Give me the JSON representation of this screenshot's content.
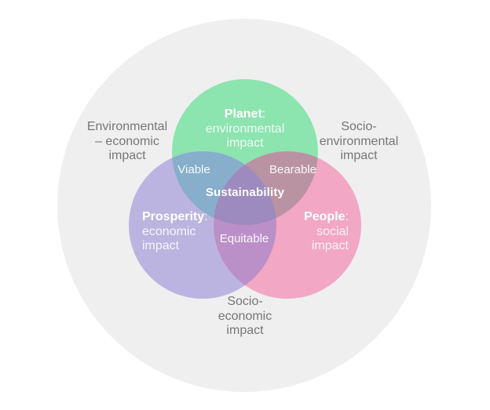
{
  "colors": {
    "page_background": "#FFFFFF",
    "outer_circle": "#EFEFEF",
    "planet_green": "#8CE4AF",
    "prosperity_purple": "#BCB4E0",
    "people_pink": "#F2A7C5",
    "planet_prosperity_overlap": "#87AECB",
    "planet_people_overlap": "#BA93A2",
    "prosperity_people_overlap": "#BB90C9",
    "center_overlap": "#9D8BBD",
    "circle_text": "#FFFFFF",
    "outer_label_text": "#767676"
  },
  "circles": {
    "planet": {
      "name": "Planet",
      "colon": ":",
      "line1": "environmental",
      "line2": "impact"
    },
    "prosperity": {
      "name": "Prosperity",
      "colon": ":",
      "line1": "economic",
      "line2": "impact"
    },
    "people": {
      "name": "People",
      "colon": ":",
      "line1": "social",
      "line2": "impact"
    }
  },
  "intersections": {
    "planet_prosperity": "Viable",
    "planet_people": "Bearable",
    "prosperity_people": "Equitable",
    "center": "Sustainability"
  },
  "outer_labels": {
    "left": {
      "line1": "Environmental",
      "line2": "– economic",
      "line3": "impact"
    },
    "right": {
      "line1": "Socio-",
      "line2": "environmental",
      "line3": "impact"
    },
    "bottom": {
      "line1": "Socio-",
      "line2": "economic",
      "line3": "impact"
    }
  }
}
